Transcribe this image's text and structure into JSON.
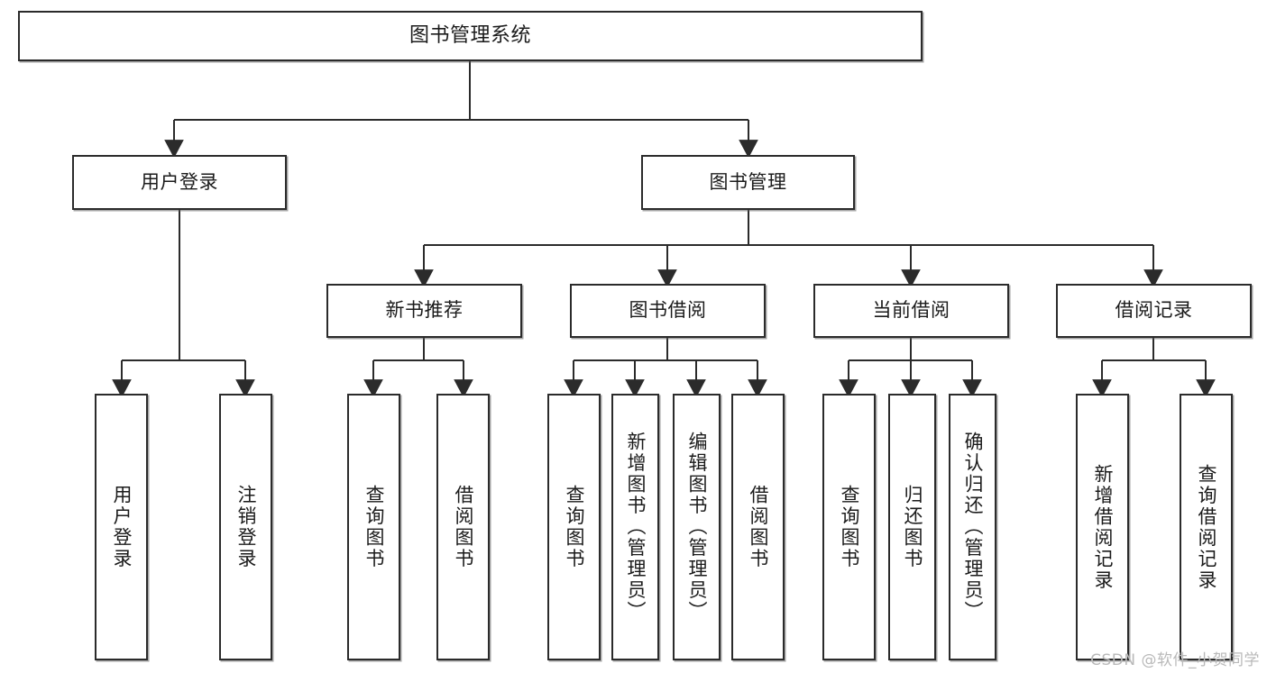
{
  "diagram": {
    "type": "tree",
    "orientation": "top-down",
    "title": "图书管理系统",
    "stroke_color": "#2b2b2b",
    "box_fill": "#ffffff",
    "levels": [
      {
        "level": 1,
        "nodes": [
          {
            "id": "root",
            "label": "图书管理系统",
            "text_direction": "horizontal"
          }
        ]
      },
      {
        "level": 2,
        "nodes": [
          {
            "id": "login",
            "label": "用户登录",
            "text_direction": "horizontal",
            "parent": "root"
          },
          {
            "id": "bookmgmt",
            "label": "图书管理",
            "text_direction": "horizontal",
            "parent": "root"
          }
        ]
      },
      {
        "level": 3,
        "nodes": [
          {
            "id": "newbook",
            "label": "新书推荐",
            "text_direction": "horizontal",
            "parent": "bookmgmt"
          },
          {
            "id": "borrow",
            "label": "图书借阅",
            "text_direction": "horizontal",
            "parent": "bookmgmt"
          },
          {
            "id": "current",
            "label": "当前借阅",
            "text_direction": "horizontal",
            "parent": "bookmgmt"
          },
          {
            "id": "records",
            "label": "借阅记录",
            "text_direction": "horizontal",
            "parent": "bookmgmt"
          }
        ]
      },
      {
        "level": 4,
        "nodes": [
          {
            "id": "leaf1",
            "label": "用户登录",
            "text_direction": "vertical",
            "parent": "login"
          },
          {
            "id": "leaf2",
            "label": "注销登录",
            "text_direction": "vertical",
            "parent": "login"
          },
          {
            "id": "leaf3",
            "label": "查询图书",
            "text_direction": "vertical",
            "parent": "newbook"
          },
          {
            "id": "leaf4",
            "label": "借阅图书",
            "text_direction": "vertical",
            "parent": "newbook"
          },
          {
            "id": "leaf5",
            "label": "查询图书",
            "text_direction": "vertical",
            "parent": "borrow"
          },
          {
            "id": "leaf6",
            "label": "新增图书（管理员）",
            "text_direction": "vertical",
            "parent": "borrow"
          },
          {
            "id": "leaf7",
            "label": "编辑图书（管理员）",
            "text_direction": "vertical",
            "parent": "borrow"
          },
          {
            "id": "leaf8",
            "label": "借阅图书",
            "text_direction": "vertical",
            "parent": "borrow"
          },
          {
            "id": "leaf9",
            "label": "查询图书",
            "text_direction": "vertical",
            "parent": "current"
          },
          {
            "id": "leaf10",
            "label": "归还图书",
            "text_direction": "vertical",
            "parent": "current"
          },
          {
            "id": "leaf11",
            "label": "确认归还（管理员）",
            "text_direction": "vertical",
            "parent": "current"
          },
          {
            "id": "leaf12",
            "label": "新增借阅记录",
            "text_direction": "vertical",
            "parent": "records"
          },
          {
            "id": "leaf13",
            "label": "查询借阅记录",
            "text_direction": "vertical",
            "parent": "records"
          }
        ]
      }
    ]
  },
  "watermark": {
    "text": "CSDN @软件_小贺同学"
  }
}
